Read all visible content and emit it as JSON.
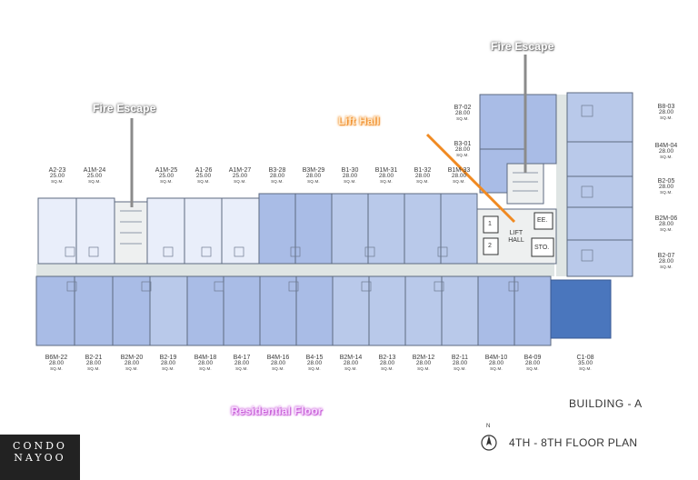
{
  "callouts": {
    "fire_escape_left": "Fire Escape",
    "fire_escape_right": "Fire Escape",
    "lift_hall": "Lift Hall",
    "residential_floor": "Residential Floor"
  },
  "core": {
    "lift_1": "1",
    "lift_2": "2",
    "lift_hall_line1": "LIFT",
    "lift_hall_line2": "HALL",
    "ee": "EE.",
    "sto": "STO."
  },
  "units_top": [
    {
      "code": "A2-23",
      "area": "25.00",
      "unit": "SQ.M."
    },
    {
      "code": "A1M-24",
      "area": "25.00",
      "unit": "SQ.M."
    },
    {
      "code": "A1M-25",
      "area": "25.00",
      "unit": "SQ.M."
    },
    {
      "code": "A1-26",
      "area": "25.00",
      "unit": "SQ.M."
    },
    {
      "code": "A1M-27",
      "area": "25.00",
      "unit": "SQ.M."
    },
    {
      "code": "B3-28",
      "area": "28.00",
      "unit": "SQ.M."
    },
    {
      "code": "B3M-29",
      "area": "28.00",
      "unit": "SQ.M."
    },
    {
      "code": "B1-30",
      "area": "28.00",
      "unit": "SQ.M."
    },
    {
      "code": "B1M-31",
      "area": "28.00",
      "unit": "SQ.M."
    },
    {
      "code": "B1-32",
      "area": "28.00",
      "unit": "SQ.M."
    },
    {
      "code": "B1M-33",
      "area": "28.00",
      "unit": "SQ.M."
    }
  ],
  "units_tower_left": [
    {
      "code": "B7-02",
      "area": "28.00",
      "unit": "SQ.M."
    },
    {
      "code": "B3-01",
      "area": "28.00",
      "unit": "SQ.M."
    }
  ],
  "units_right": [
    {
      "code": "B8-03",
      "area": "28.00",
      "unit": "SQ.M."
    },
    {
      "code": "B4M-04",
      "area": "28.00",
      "unit": "SQ.M."
    },
    {
      "code": "B2-05",
      "area": "28.00",
      "unit": "SQ.M."
    },
    {
      "code": "B2M-06",
      "area": "28.00",
      "unit": "SQ.M."
    },
    {
      "code": "B2-07",
      "area": "28.00",
      "unit": "SQ.M."
    }
  ],
  "units_bottom": [
    {
      "code": "B6M-22",
      "area": "28.00",
      "unit": "SQ.M."
    },
    {
      "code": "B2-21",
      "area": "28.00",
      "unit": "SQ.M."
    },
    {
      "code": "B2M-20",
      "area": "28.00",
      "unit": "SQ.M."
    },
    {
      "code": "B2-19",
      "area": "28.00",
      "unit": "SQ.M."
    },
    {
      "code": "B4M-18",
      "area": "28.00",
      "unit": "SQ.M."
    },
    {
      "code": "B4-17",
      "area": "28.00",
      "unit": "SQ.M."
    },
    {
      "code": "B4M-16",
      "area": "28.00",
      "unit": "SQ.M."
    },
    {
      "code": "B4-15",
      "area": "28.00",
      "unit": "SQ.M."
    },
    {
      "code": "B2M-14",
      "area": "28.00",
      "unit": "SQ.M."
    },
    {
      "code": "B2-13",
      "area": "28.00",
      "unit": "SQ.M."
    },
    {
      "code": "B2M-12",
      "area": "28.00",
      "unit": "SQ.M."
    },
    {
      "code": "B2-11",
      "area": "28.00",
      "unit": "SQ.M."
    },
    {
      "code": "B4M-10",
      "area": "28.00",
      "unit": "SQ.M."
    },
    {
      "code": "B4-09",
      "area": "28.00",
      "unit": "SQ.M."
    },
    {
      "code": "C1-08",
      "area": "35.00",
      "unit": "SQ.M."
    }
  ],
  "building_label": "BUILDING - A",
  "floor_plan_label": "4TH - 8TH FLOOR PLAN",
  "north_label": "N",
  "logo": {
    "line1": "CONDO",
    "line2": "NAYOO"
  },
  "colors": {
    "unit_a": "#e9eefa",
    "unit_b_light": "#b9c9ea",
    "unit_b_mid": "#a9bce6",
    "unit_c": "#4a76bd",
    "corridor": "#dfe5e4",
    "core": "#eef0f0",
    "outline": "#5d6a80",
    "fire_line": "#8b8b8b",
    "lift_arrow": "#f08a22"
  }
}
